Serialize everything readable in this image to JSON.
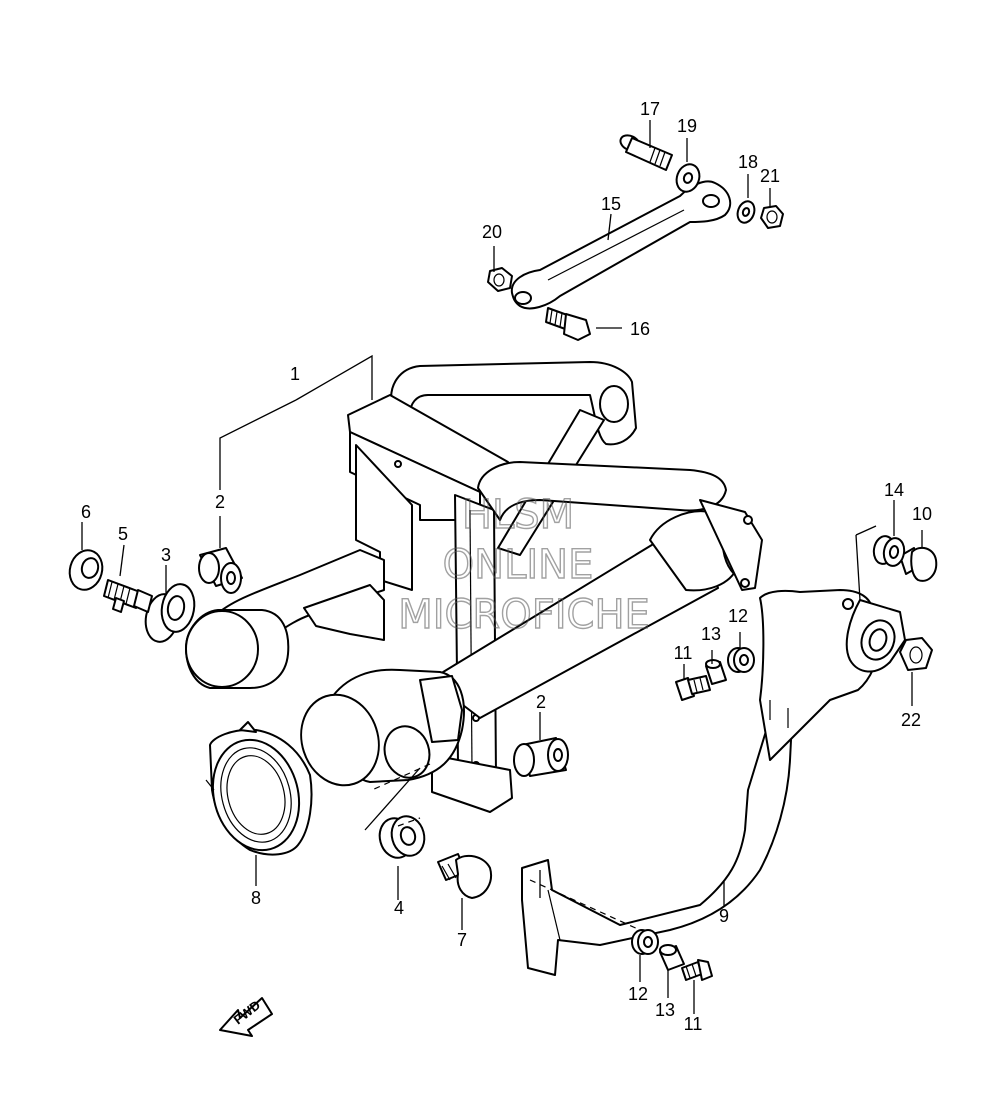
{
  "parts": [
    {
      "id": "p1",
      "number": "1"
    },
    {
      "id": "p2a",
      "number": "2"
    },
    {
      "id": "p2b",
      "number": "2"
    },
    {
      "id": "p3",
      "number": "3"
    },
    {
      "id": "p4",
      "number": "4"
    },
    {
      "id": "p5",
      "number": "5"
    },
    {
      "id": "p6",
      "number": "6"
    },
    {
      "id": "p7",
      "number": "7"
    },
    {
      "id": "p8",
      "number": "8"
    },
    {
      "id": "p9",
      "number": "9"
    },
    {
      "id": "p10",
      "number": "10"
    },
    {
      "id": "p11a",
      "number": "11"
    },
    {
      "id": "p11b",
      "number": "11"
    },
    {
      "id": "p12a",
      "number": "12"
    },
    {
      "id": "p12b",
      "number": "12"
    },
    {
      "id": "p13a",
      "number": "13"
    },
    {
      "id": "p13b",
      "number": "13"
    },
    {
      "id": "p14",
      "number": "14"
    },
    {
      "id": "p15",
      "number": "15"
    },
    {
      "id": "p16",
      "number": "16"
    },
    {
      "id": "p17",
      "number": "17"
    },
    {
      "id": "p18",
      "number": "18"
    },
    {
      "id": "p19",
      "number": "19"
    },
    {
      "id": "p20",
      "number": "20"
    },
    {
      "id": "p21",
      "number": "21"
    },
    {
      "id": "p22",
      "number": "22"
    }
  ],
  "watermark": {
    "line1": "HLSM",
    "line2": "ONLINE",
    "line3": "MICROFICHE"
  },
  "direction_arrow": {
    "label": "FWD"
  }
}
